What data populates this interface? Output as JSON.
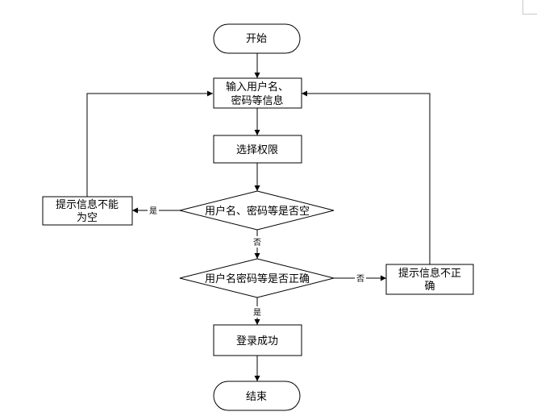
{
  "flowchart": {
    "start": "开始",
    "input": [
      "输入用户名、",
      "密码等信息"
    ],
    "select_role": "选择权限",
    "check_empty": "用户名、密码等是否空",
    "empty_prompt": [
      "提示信息不能",
      "为空"
    ],
    "check_correct": "用户名密码等是否正确",
    "incorrect_prompt": [
      "提示信息不正",
      "确"
    ],
    "login_success": "登录成功",
    "end": "结束",
    "labels": {
      "yes": "是",
      "no": "否"
    }
  }
}
